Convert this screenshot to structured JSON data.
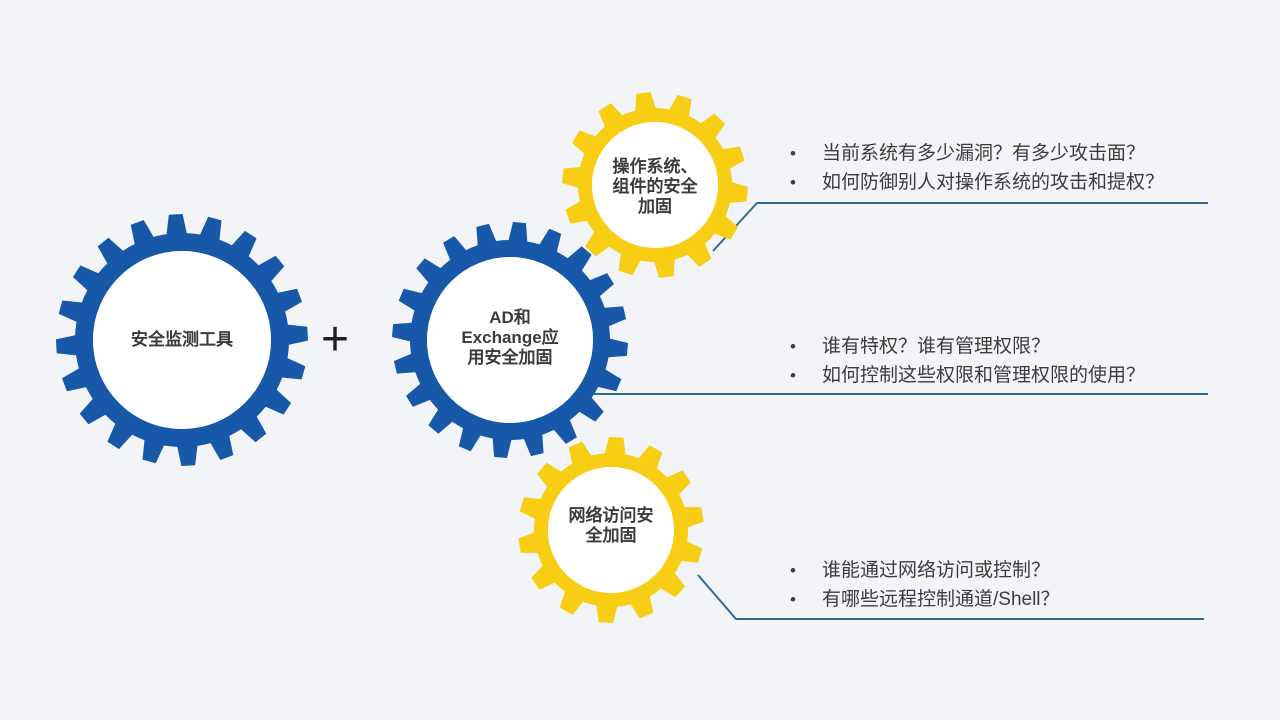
{
  "background_color": "#F2F4F7",
  "colors": {
    "blue_gear": "#1758A8",
    "yellow_gear": "#F7CE13",
    "gear_face": "#FFFFFF",
    "connector": "#2B6D92",
    "gear_label_text": "#3B3B3B",
    "bullet_text": "#3C3C3C",
    "plus_sign": "#1F1F1F"
  },
  "plus_label": "+",
  "gears": {
    "left": {
      "label": "安全监测工具"
    },
    "center": {
      "label": "AD和\nExchange应\n用安全加固"
    },
    "top": {
      "label": "操作系统、\n组件的安全\n加固"
    },
    "bottom": {
      "label": "网络访问安\n全加固"
    }
  },
  "bullet_groups": [
    {
      "items": [
        "当前系统有多少漏洞？有多少攻击面？",
        "如何防御别人对操作系统的攻击和提权？"
      ]
    },
    {
      "items": [
        "谁有特权？谁有管理权限？",
        "如何控制这些权限和管理权限的使用？"
      ]
    },
    {
      "items": [
        "谁能通过网络访问或控制？",
        "有哪些远程控制通道/Shell？"
      ]
    }
  ]
}
